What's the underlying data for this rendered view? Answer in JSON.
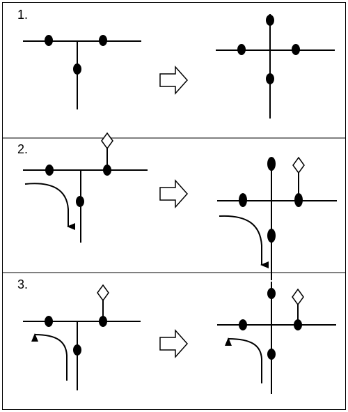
{
  "panels": [
    {
      "label": "1."
    },
    {
      "label": "2."
    },
    {
      "label": "3."
    }
  ],
  "colors": {
    "ink": "#000000",
    "background": "#ffffff"
  }
}
